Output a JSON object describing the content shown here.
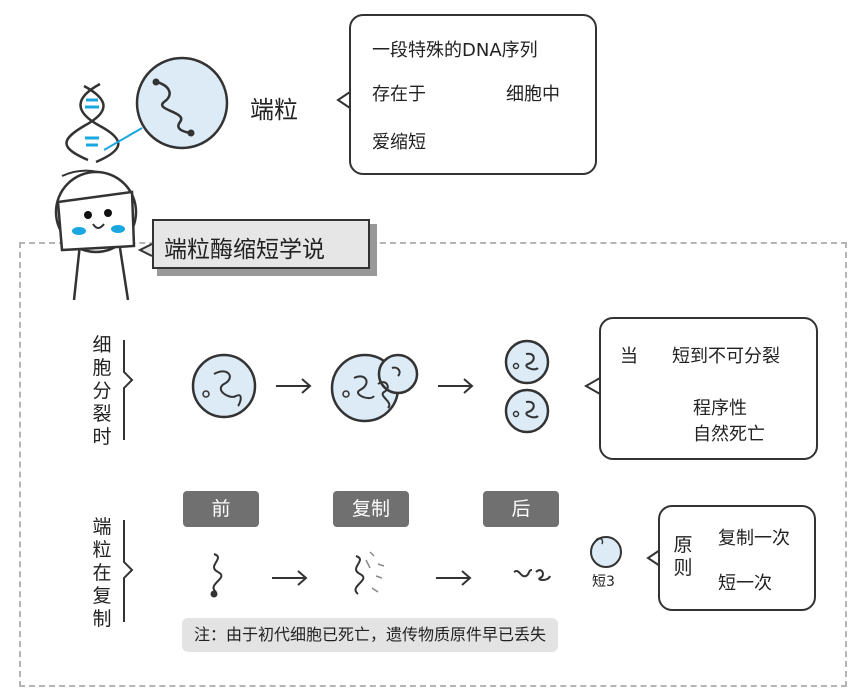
{
  "telomere": {
    "label": "端粒",
    "callout": {
      "line1": "一段特殊的DNA序列",
      "line2_prefix": "存在于",
      "line2_suffix": "细胞中",
      "line3": "爱缩短"
    }
  },
  "theory": {
    "title": "端粒酶缩短学说"
  },
  "cell_division": {
    "row_label": "细胞分裂时",
    "callout": {
      "line1_prefix": "当",
      "line1_suffix": "短到不可分裂",
      "line2": "程序性",
      "line3": "自然死亡"
    }
  },
  "replication": {
    "row_label": "端粒在复制",
    "tags": [
      "前",
      "复制",
      "后"
    ],
    "short_label": "短3",
    "principle_label": "原则",
    "principles": [
      "复制一次",
      "短一次"
    ],
    "note": "注：由于初代细胞已死亡，遗传物质原件早已丢失"
  },
  "colors": {
    "accent_blue": "#1aa7e0",
    "tag_gray": "#707070",
    "note_bg": "#e3e3e3",
    "cell_fill": "#dcebf6"
  }
}
